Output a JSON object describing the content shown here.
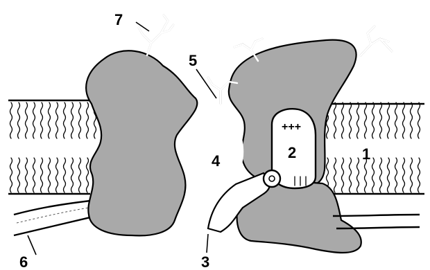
{
  "labels": {
    "l1": "1",
    "l2": "2",
    "l3": "3",
    "l4": "4",
    "l5": "5",
    "l6": "6",
    "l7": "7"
  },
  "charges": "+++",
  "colors": {
    "protein_fill": "#a9a9a9",
    "outline": "#000000",
    "background": "#ffffff"
  }
}
